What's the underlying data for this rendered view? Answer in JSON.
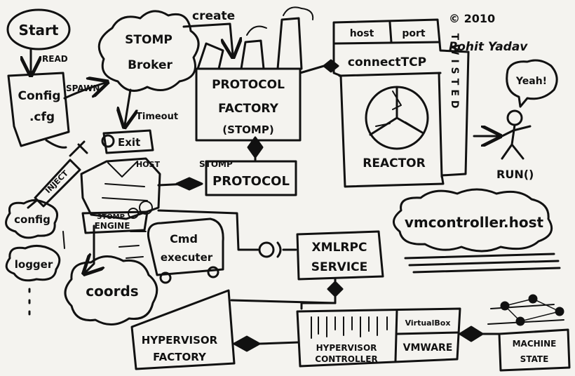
{
  "labels": {
    "start": "Start",
    "read": "READ",
    "config_file": [
      "Config",
      ".cfg"
    ],
    "spawn": "SPAWN",
    "stomp_broker": [
      "STOMP",
      "Broker"
    ],
    "create": "create",
    "protocol_factory": [
      "PROTOCOL",
      "FACTORY",
      "(STOMP)"
    ],
    "host_tab": "host",
    "port_tab": "port",
    "connect_tcp": "connectTCP",
    "reactor": "REACTOR",
    "twisted": "TWISTED",
    "copyright": "© 2010",
    "author": "Rohit Yadav",
    "yeah": "Yeah!",
    "run": "RUN()",
    "timeout": "Timeout",
    "exit": "Exit",
    "host": "HOST",
    "inject": "INJECT",
    "stomp_protocol_prefix": "STOMP",
    "stomp_protocol": "PROTOCOL",
    "stomp_engine": [
      "STOMP",
      "ENGINE"
    ],
    "config_cloud": "config",
    "logger": "logger",
    "cmd_executer": [
      "Cmd",
      "executer"
    ],
    "coords": "coords",
    "xmlrpc_service": [
      "XMLRPC",
      "SERVICE"
    ],
    "vmcontroller_host": "vmcontroller.host",
    "hypervisor_factory": [
      "HYPERVISOR",
      "FACTORY"
    ],
    "hypervisor_controller": [
      "HYPERVISOR",
      "CONTROLLER"
    ],
    "virtualbox": "VirtualBox",
    "vmware": "VMWARE",
    "machine_state": [
      "MACHINE",
      "STATE"
    ]
  }
}
